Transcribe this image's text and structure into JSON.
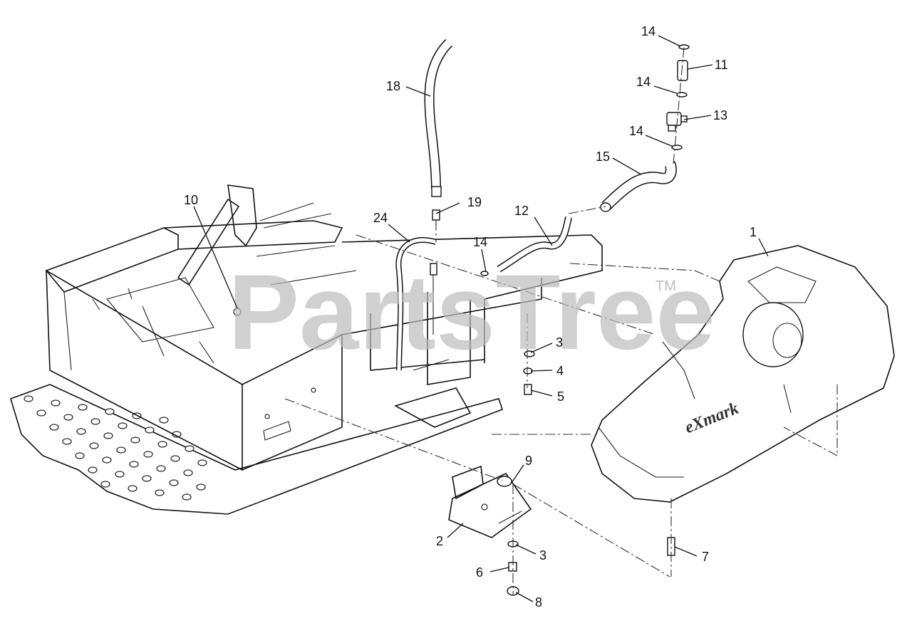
{
  "watermark": {
    "text": "PartsTree",
    "trademark": "TM"
  },
  "tank_logo": "eXmark",
  "callouts": [
    {
      "id": "c1",
      "label": "1"
    },
    {
      "id": "c2",
      "label": "2"
    },
    {
      "id": "c3a",
      "label": "3"
    },
    {
      "id": "c3b",
      "label": "3"
    },
    {
      "id": "c4",
      "label": "4"
    },
    {
      "id": "c5",
      "label": "5"
    },
    {
      "id": "c6",
      "label": "6"
    },
    {
      "id": "c7",
      "label": "7"
    },
    {
      "id": "c8",
      "label": "8"
    },
    {
      "id": "c9",
      "label": "9"
    },
    {
      "id": "c10",
      "label": "10"
    },
    {
      "id": "c11",
      "label": "11"
    },
    {
      "id": "c12",
      "label": "12"
    },
    {
      "id": "c13",
      "label": "13"
    },
    {
      "id": "c14a",
      "label": "14"
    },
    {
      "id": "c14b",
      "label": "14"
    },
    {
      "id": "c14c",
      "label": "14"
    },
    {
      "id": "c14d",
      "label": "14"
    },
    {
      "id": "c15",
      "label": "15"
    },
    {
      "id": "c18",
      "label": "18"
    },
    {
      "id": "c19",
      "label": "19"
    },
    {
      "id": "c24",
      "label": "24"
    }
  ]
}
